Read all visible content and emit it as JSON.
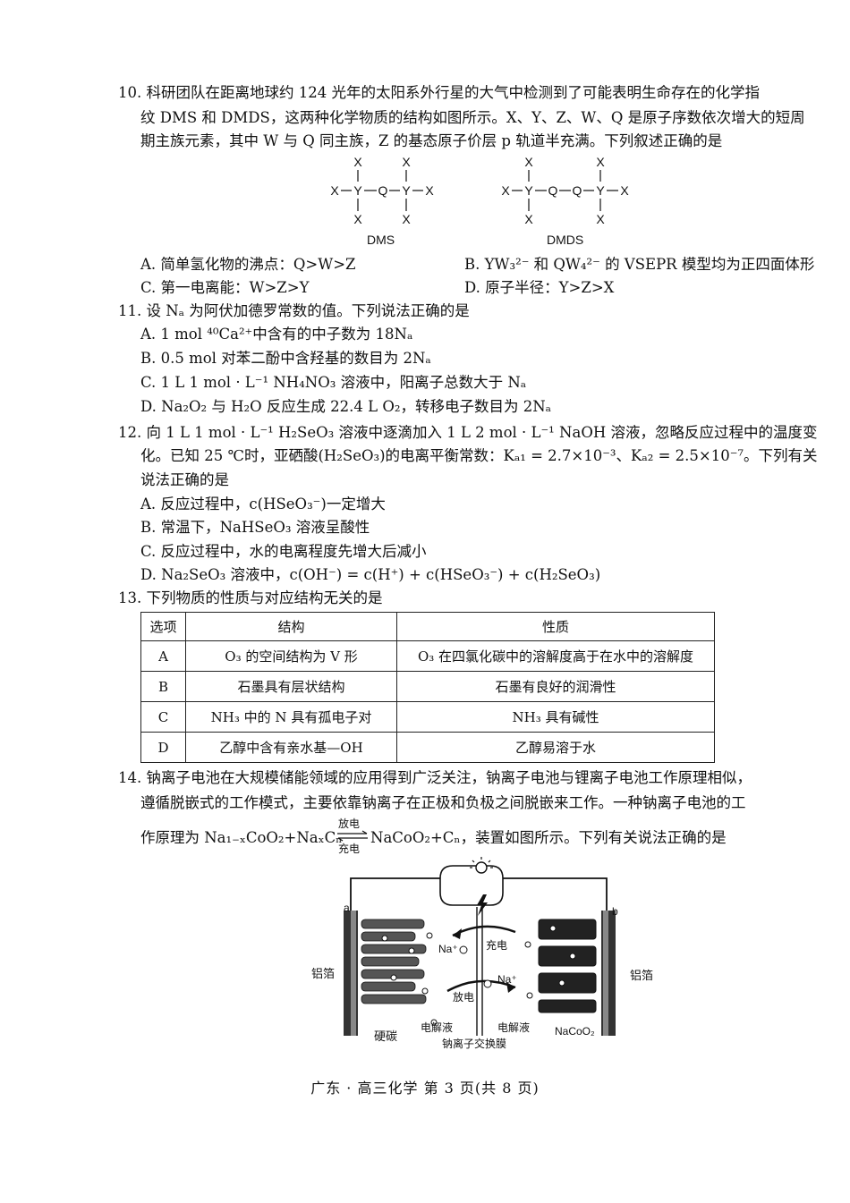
{
  "q10": {
    "stem_lines": [
      "10. 科研团队在距离地球约 124 光年的太阳系外行星的大气中检测到了可能表明生命存在的化学指",
      "纹 DMS 和 DMDS，这两种化学物质的结构如图所示。X、Y、Z、W、Q 是原子序数依次增大的短周",
      "期主族元素，其中 W 与 Q 同主族，Z 的基态原子价层 p 轨道半充满。下列叙述正确的是"
    ],
    "fig_dms_label": "DMS",
    "fig_dmds_label": "DMDS",
    "opt_a": "A. 简单氢化物的沸点：Q>W>Z",
    "opt_b": "B. YW₃²⁻ 和 QW₄²⁻ 的 VSEPR 模型均为正四面体形",
    "opt_c": "C. 第一电离能：W>Z>Y",
    "opt_d": "D. 原子半径：Y>Z>X"
  },
  "q11": {
    "stem": "11. 设 Nₐ 为阿伏加德罗常数的值。下列说法正确的是",
    "opt_a": "A. 1 mol ⁴⁰Ca²⁺中含有的中子数为 18Nₐ",
    "opt_b": "B. 0.5 mol 对苯二酚中含羟基的数目为 2Nₐ",
    "opt_c": "C. 1 L 1 mol · L⁻¹ NH₄NO₃ 溶液中，阳离子总数大于 Nₐ",
    "opt_d": "D. Na₂O₂ 与 H₂O 反应生成 22.4 L O₂，转移电子数目为 2Nₐ"
  },
  "q12": {
    "stem_lines": [
      "12. 向 1 L 1 mol · L⁻¹ H₂SeO₃ 溶液中逐滴加入 1 L 2 mol · L⁻¹ NaOH 溶液，忽略反应过程中的温度变",
      "化。已知 25 ℃时，亚硒酸(H₂SeO₃)的电离平衡常数：Kₐ₁ = 2.7×10⁻³、Kₐ₂ = 2.5×10⁻⁷。下列有关",
      "说法正确的是"
    ],
    "opt_a": "A. 反应过程中，c(HSeO₃⁻)一定增大",
    "opt_b": "B. 常温下，NaHSeO₃ 溶液呈酸性",
    "opt_c": "C. 反应过程中，水的电离程度先增大后减小",
    "opt_d": "D. Na₂SeO₃ 溶液中，c(OH⁻) = c(H⁺) + c(HSeO₃⁻) + c(H₂SeO₃)"
  },
  "q13": {
    "stem": "13. 下列物质的性质与对应结构无关的是",
    "headers": [
      "选项",
      "结构",
      "性质"
    ],
    "rows": [
      [
        "A",
        "O₃ 的空间结构为 V 形",
        "O₃ 在四氯化碳中的溶解度高于在水中的溶解度"
      ],
      [
        "B",
        "石墨具有层状结构",
        "石墨有良好的润滑性"
      ],
      [
        "C",
        "NH₃ 中的 N 具有孤电子对",
        "NH₃ 具有碱性"
      ],
      [
        "D",
        "乙醇中含有亲水基—OH",
        "乙醇易溶于水"
      ]
    ]
  },
  "q14": {
    "stem_lines": [
      "14. 钠离子电池在大规模储能领域的应用得到广泛关注，钠离子电池与锂离子电池工作原理相似，",
      "遵循脱嵌式的工作模式，主要依靠钠离子在正极和负极之间脱嵌来工作。一种钠离子电池的工"
    ],
    "line3_prefix": "作原理为 Na₁₋ₓCoO₂+NaₓCₙ",
    "arrow_top": "放电",
    "arrow_bottom": "充电",
    "line3_suffix": "NaCoO₂+Cₙ，装置如图所示。下列有关说法正确的是",
    "fig": {
      "label_a": "a",
      "label_b": "b",
      "left_foil": "铝箔",
      "right_foil": "铝箔",
      "na_plus_1": "Na⁺",
      "charge": "充电",
      "na_plus_2": "Na⁺",
      "discharge": "放电",
      "hard_carbon": "硬碳",
      "electrolyte_1": "电解液",
      "electrolyte_2": "电解液",
      "nacoo2": "NaCoO₂",
      "membrane": "钠离子交换膜"
    }
  },
  "footer": "广东 · 高三化学   第 3 页(共 8 页)"
}
